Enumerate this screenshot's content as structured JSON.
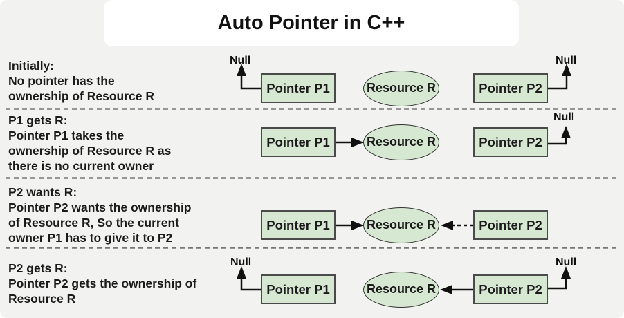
{
  "title": "Auto Pointer in C++",
  "node_labels": {
    "p1": "Pointer P1",
    "resource": "Resource R",
    "p2": "Pointer P2",
    "null_label": "Null"
  },
  "rows": [
    {
      "heading": "Initially:",
      "body": "No pointer has the\nownership of Resource R"
    },
    {
      "heading": "P1 gets R:",
      "body": "Pointer P1 takes the\nownership of Resource R as\nthere is no current owner"
    },
    {
      "heading": "P2 wants R:",
      "body": "Pointer P2 wants the ownership\nof Resource R, So the current\nowner P1 has to give it to P2"
    },
    {
      "heading": "P2 gets R:",
      "body": "Pointer P2 gets the ownership of\nResource R"
    }
  ],
  "colors": {
    "background": "#f2f2f0",
    "title_card": "#ffffff",
    "node_fill": "#d7e8d2",
    "node_border": "#4a4a4a",
    "text": "#1b1b1b",
    "divider": "#777777",
    "arrow": "#111111"
  }
}
